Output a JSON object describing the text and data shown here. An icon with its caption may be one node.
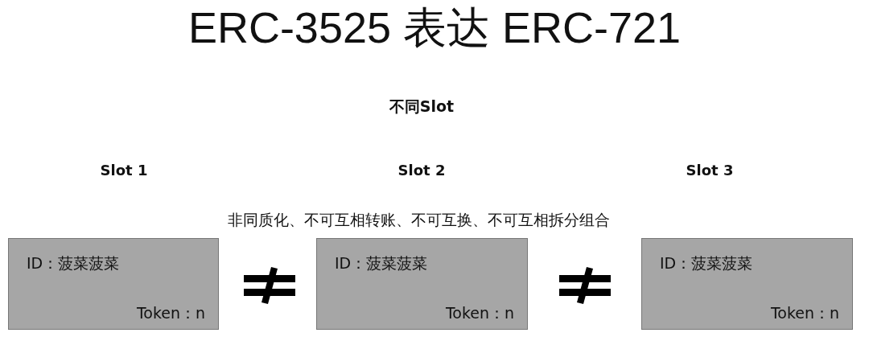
{
  "diagram": {
    "title": "ERC-3525 表达 ERC-721",
    "nodes": [
      {
        "text": [
          "ID：菠菜菠菜",
          "Token：n"
        ]
      },
      {
        "text": [
          "ID：菠菜菠菜",
          "Token：n"
        ]
      },
      {
        "text": [
          "ID：菠菜菠菜",
          "Token：n"
        ]
      }
    ],
    "labels": [
      "不同Slot",
      "Slot 1",
      "Slot 2",
      "Slot 3",
      "非同质化、不可互相转账、不可互换、不可互相拆分组合"
    ]
  }
}
